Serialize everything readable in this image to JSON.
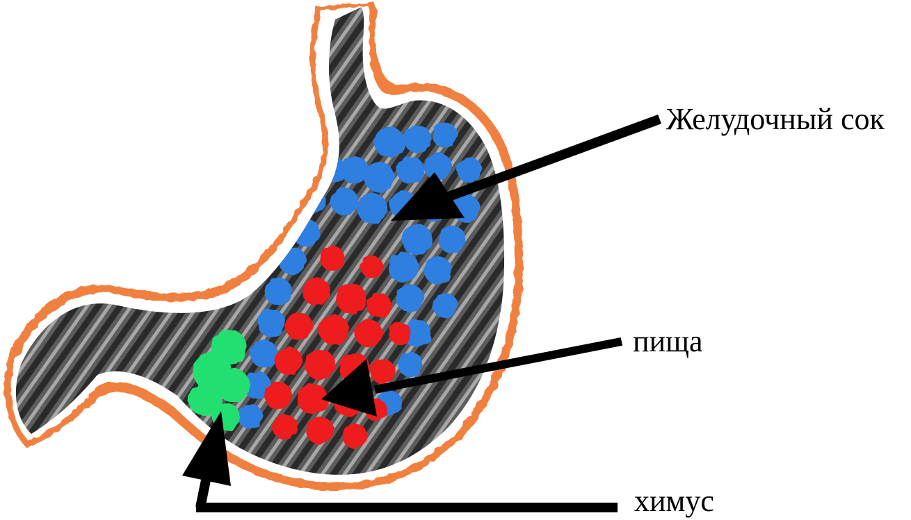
{
  "labels": {
    "gastric_juice": "Желудочный сок",
    "food": "пища",
    "chyme": "химус"
  },
  "colors": {
    "background": "#ffffff",
    "stomach_wall": "#f08040",
    "stomach_lumen_dark": "#2a2a2a",
    "stomach_lumen_gray": "#8a8a8a",
    "gastric_juice": "#2f7fe0",
    "food": "#ee1a1a",
    "chyme": "#22e070",
    "arrow": "#000000"
  },
  "icons": {
    "organ": "stomach-illustration",
    "pointer": "arrow"
  }
}
